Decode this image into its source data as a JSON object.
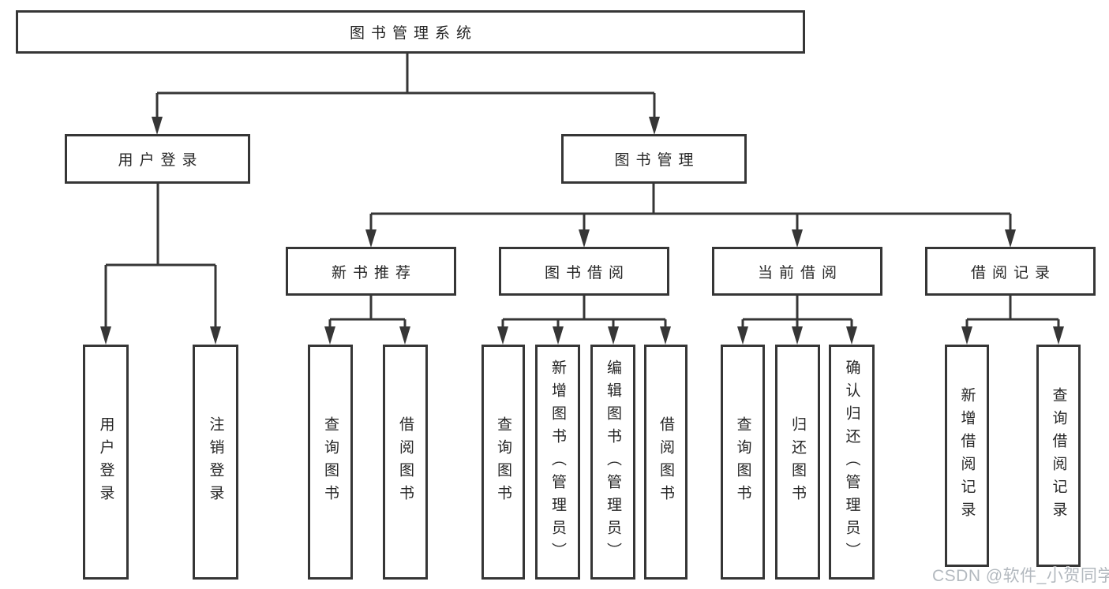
{
  "diagram": {
    "root": {
      "label": "图书管理系统"
    },
    "level2": [
      {
        "label": "用户登录"
      },
      {
        "label": "图书管理"
      }
    ],
    "level3": [
      {
        "label": "新书推荐"
      },
      {
        "label": "图书借阅"
      },
      {
        "label": "当前借阅"
      },
      {
        "label": "借阅记录"
      }
    ],
    "leaves": [
      {
        "label": "用户登录"
      },
      {
        "label": "注销登录"
      },
      {
        "label": "查询图书"
      },
      {
        "label": "借阅图书"
      },
      {
        "label": "查询图书"
      },
      {
        "label": "新增图书（管理员）"
      },
      {
        "label": "编辑图书（管理员）"
      },
      {
        "label": "借阅图书"
      },
      {
        "label": "查询图书"
      },
      {
        "label": "归还图书"
      },
      {
        "label": "确认归还（管理员）"
      },
      {
        "label": "新增借阅记录"
      },
      {
        "label": "查询借阅记录"
      }
    ],
    "watermark": "CSDN @软件_小贺同学",
    "colors": {
      "line": "#363636",
      "text": "#262626",
      "background": "#ffffff",
      "watermark": "#b3b9bf"
    }
  }
}
